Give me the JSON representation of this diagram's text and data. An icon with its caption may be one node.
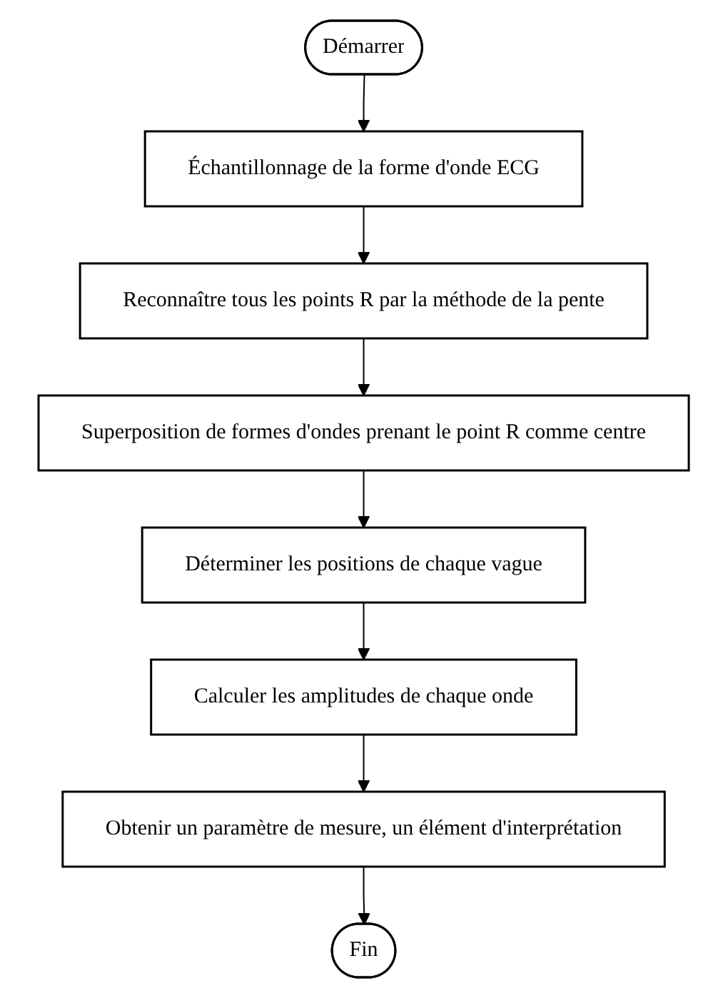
{
  "diagram": {
    "nodes": [
      {
        "text": [
          "Démarrer"
        ]
      },
      {
        "text": [
          "Échantillonnage de la forme d'onde ECG"
        ]
      },
      {
        "text": [
          "Reconnaître tous les points R par la méthode de la pente"
        ]
      },
      {
        "text": [
          "Superposition de formes d'ondes prenant le point R comme centre"
        ]
      },
      {
        "text": [
          "Déterminer les positions de chaque vague"
        ]
      },
      {
        "text": [
          "Calculer les amplitudes de chaque onde"
        ]
      },
      {
        "text": [
          "Obtenir un paramètre de mesure, un élément d'interprétation"
        ]
      },
      {
        "text": [
          "Fin"
        ]
      }
    ],
    "edges": [
      {
        "from": 0,
        "to": 1,
        "arrow": "to"
      },
      {
        "from": 1,
        "to": 2,
        "arrow": "to"
      },
      {
        "from": 2,
        "to": 3,
        "arrow": "to"
      },
      {
        "from": 3,
        "to": 4,
        "arrow": "to"
      },
      {
        "from": 4,
        "to": 5,
        "arrow": "to"
      },
      {
        "from": 5,
        "to": 6,
        "arrow": "to"
      },
      {
        "from": 6,
        "to": 7,
        "arrow": "to"
      }
    ]
  }
}
